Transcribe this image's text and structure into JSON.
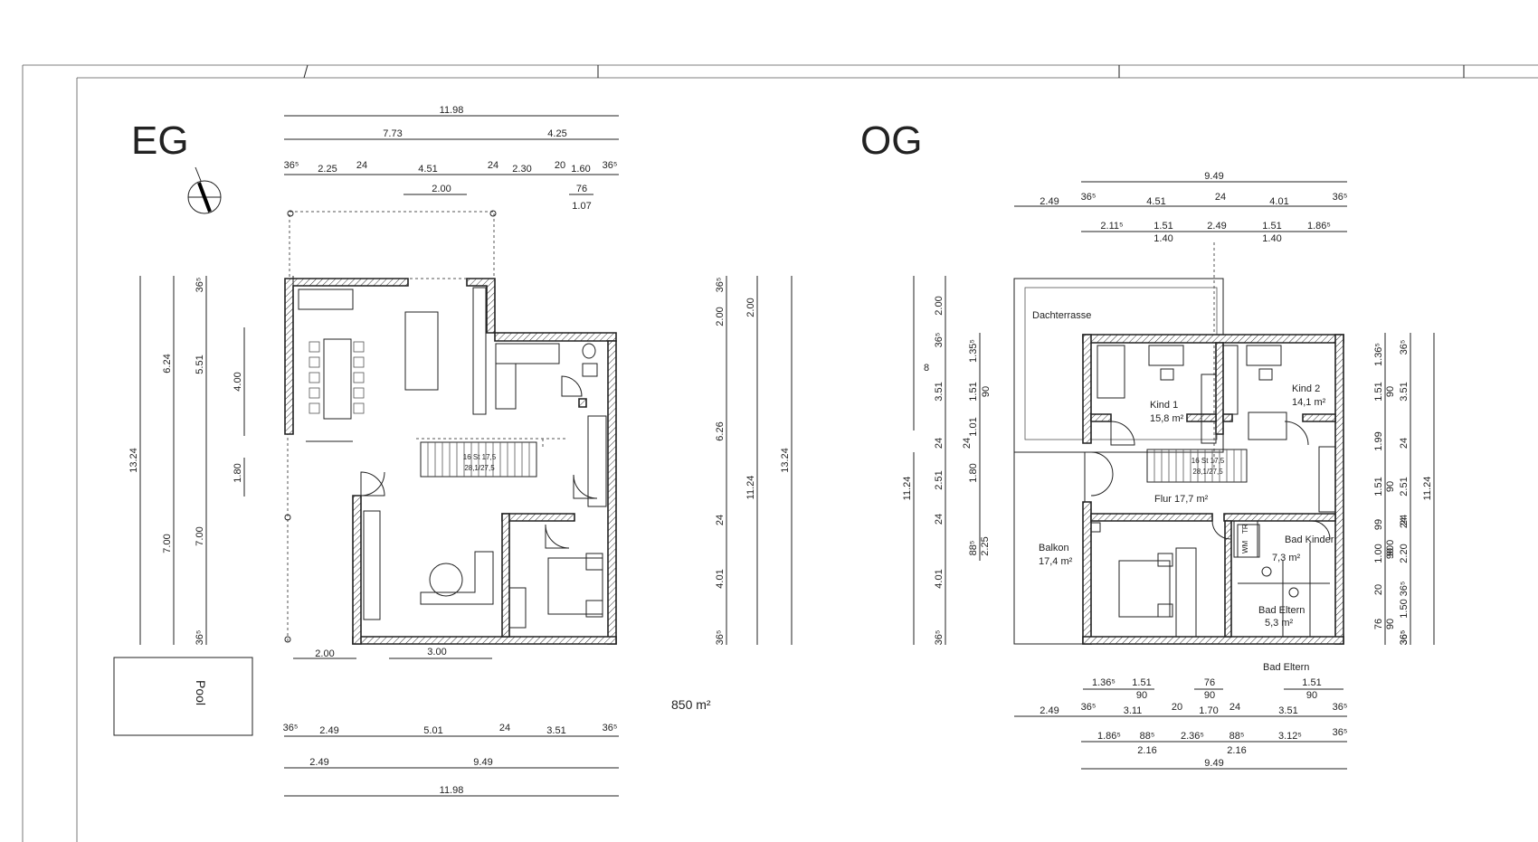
{
  "floors": {
    "eg": {
      "title": "EG",
      "top_total": "11.98",
      "top_row2": [
        "7.73",
        "4.25"
      ],
      "top_row3": [
        "36⁵",
        "2.25",
        "24",
        "4.51",
        "24",
        "2.30",
        "20",
        "1.60",
        "36⁵"
      ],
      "top_row4": "2.00",
      "top_small_a": "76",
      "top_small_b": "1.07",
      "left_dims": [
        "13.24",
        "6.24",
        "7.00",
        "36⁵",
        "5.51",
        "7.00",
        "36⁵",
        "4.00",
        "1.80"
      ],
      "right_dims": [
        "36⁵",
        "2.00",
        "2.00",
        "6.26",
        "24",
        "4.01",
        "36⁵",
        "11.24",
        "13.24"
      ],
      "bottom_small": [
        "2.00",
        "3.00"
      ],
      "bottom_row1": [
        "36⁵",
        "2.49",
        "5.01",
        "24",
        "3.51",
        "36⁵"
      ],
      "bottom_row2": [
        "2.49",
        "9.49"
      ],
      "bottom_total": "11.98",
      "pool_label": "Pool",
      "stair_labels": [
        "16 St 17,5",
        "28,1/27,5"
      ]
    },
    "og": {
      "title": "OG",
      "top_total": "9.49",
      "top_row2": [
        "2.49",
        "36⁵",
        "4.51",
        "24",
        "4.01",
        "36⁵"
      ],
      "top_row3": [
        "2.11⁵",
        "1.51",
        "2.49",
        "1.51",
        "1.86⁵"
      ],
      "top_row3_sub": [
        "1.40",
        "1.40"
      ],
      "left_dims": [
        "2.00",
        "36⁵",
        "3.51",
        "24",
        "2.51",
        "24",
        "4.01",
        "36⁵",
        "11.24",
        "8",
        "1.35⁵",
        "1.51",
        "90",
        "24",
        "1.01",
        "1.80",
        "88⁵",
        "2.25"
      ],
      "right_dims": [
        "1.36⁵",
        "1.51",
        "90",
        "1.99",
        "1.51",
        "90",
        "99",
        "1.00",
        "90",
        "20",
        "76",
        "90",
        "36⁵",
        "3.51",
        "2.51",
        "24",
        "2.20",
        "1.50",
        "11.24",
        "36⁵",
        "24",
        "24",
        "36⁵",
        "36⁵",
        "900"
      ],
      "rooms": [
        {
          "name": "Dachterrasse",
          "area": ""
        },
        {
          "name": "Kind 1",
          "area": "15,8 m²"
        },
        {
          "name": "Kind 2",
          "area": "14,1 m²"
        },
        {
          "name": "Flur 17,7 m²",
          "area": ""
        },
        {
          "name": "Balkon",
          "area": "17,4 m²"
        },
        {
          "name": "Bad Kinder",
          "area": "7,3 m²"
        },
        {
          "name": "Bad Eltern",
          "area": "5,3 m²"
        },
        {
          "name": "Bad Eltern",
          "area": ""
        }
      ],
      "fixtures": [
        "WM",
        "TR"
      ],
      "stair_labels": [
        "16 St 17,5",
        "28,1/27,5"
      ],
      "bottom_row0": [
        "1.36⁵",
        "1.51",
        "76",
        "1.51"
      ],
      "bottom_row0_sub": [
        "90",
        "90",
        "90"
      ],
      "bottom_row1": [
        "2.49",
        "36⁵",
        "3.11",
        "20",
        "1.70",
        "24",
        "3.51",
        "36⁵"
      ],
      "bottom_row2": [
        "1.86⁵",
        "88⁵",
        "2.36⁵",
        "88⁵",
        "3.12⁵",
        "36⁵"
      ],
      "bottom_row2_sub": [
        "2.16",
        "2.16"
      ],
      "bottom_total": "9.49"
    }
  },
  "site_area": "850 m²"
}
